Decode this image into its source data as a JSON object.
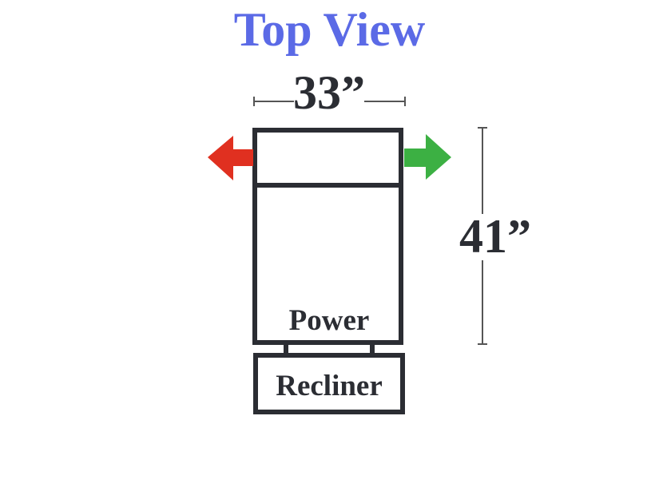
{
  "title": "Top View",
  "dimensions": {
    "width": "33”",
    "depth": "41”"
  },
  "labels": {
    "power": "Power",
    "recliner": "Recliner"
  },
  "colors": {
    "title": "#5b6ae6",
    "outline": "#2b2d33",
    "left_arrow": "#e03020",
    "right_arrow": "#3cb043",
    "dimension_line": "#555555"
  },
  "icons": {
    "left_arrow": "arrow-left-icon",
    "right_arrow": "arrow-right-icon"
  }
}
